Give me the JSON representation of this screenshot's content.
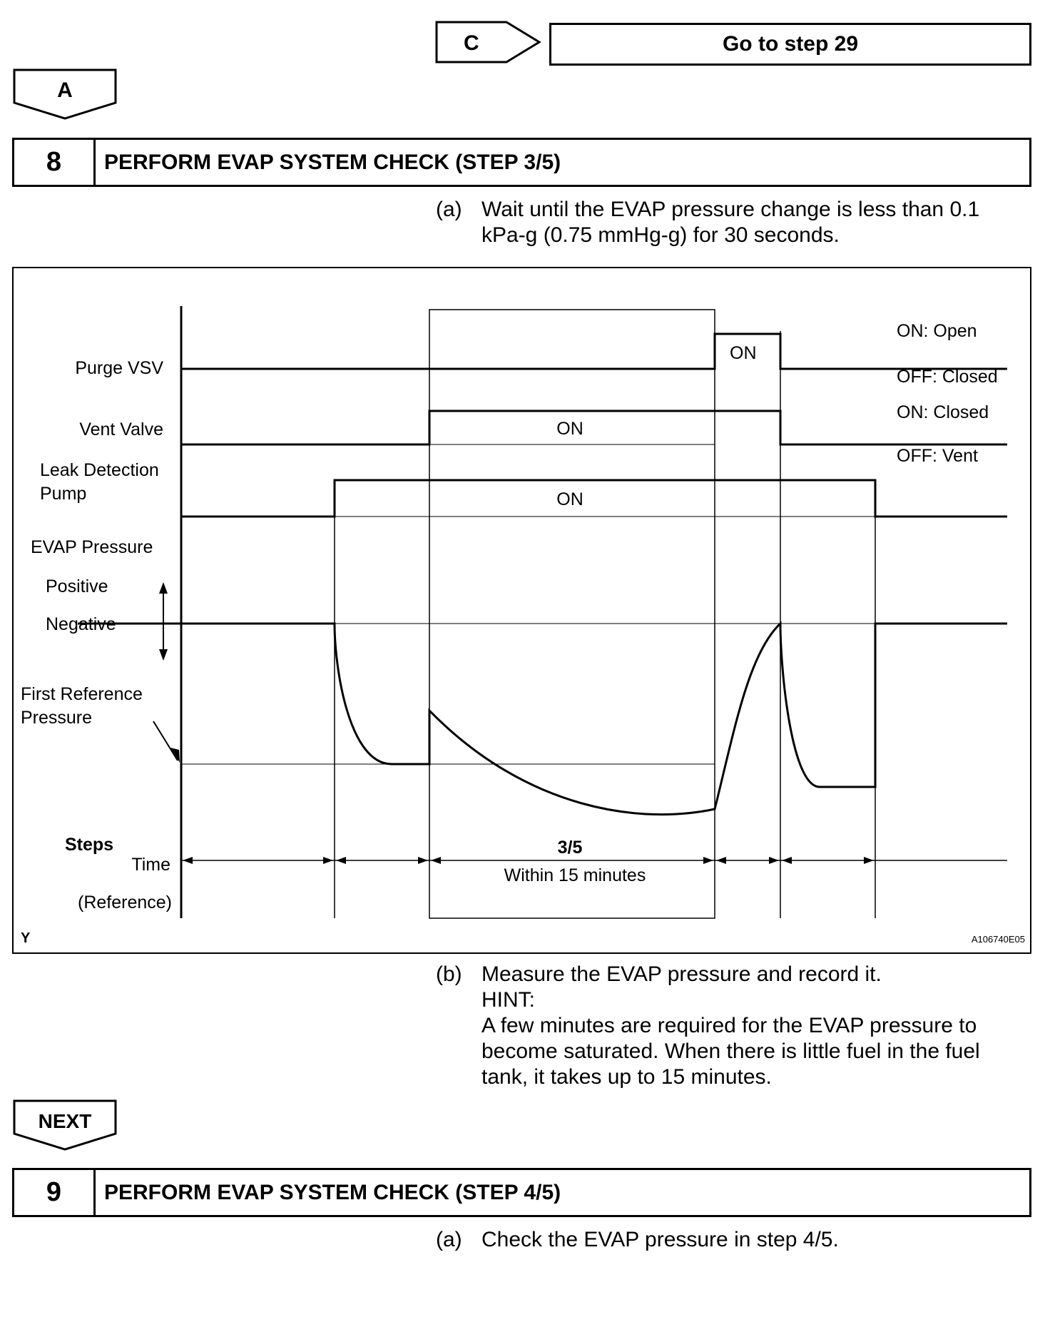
{
  "nav": {
    "c_label": "C",
    "goto_label": "Go to step 29",
    "a_label": "A",
    "next_label": "NEXT"
  },
  "step8": {
    "number": "8",
    "title": "PERFORM EVAP SYSTEM CHECK (STEP 3/5)",
    "a_label": "(a)",
    "a_line1": "Wait until the EVAP pressure change is less than 0.1",
    "a_line2": "kPa-g (0.75 mmHg-g) for 30 seconds.",
    "b_label": "(b)",
    "b_line1": "Measure the EVAP pressure and record it.",
    "b_line2": "HINT:",
    "b_line3": "A few minutes are required for the EVAP pressure to",
    "b_line4": "become saturated. When there is little fuel in the fuel",
    "b_line5": "tank, it takes up to 15 minutes."
  },
  "diagram": {
    "purge_vsv": "Purge VSV",
    "vent_valve": "Vent Valve",
    "leak_pump_1": "Leak Detection",
    "leak_pump_2": "Pump",
    "evap_pressure": "EVAP Pressure",
    "positive": "Positive",
    "negative": "Negative",
    "first_ref_1": "First Reference",
    "first_ref_2": "Pressure",
    "steps": "Steps",
    "time": "Time",
    "reference": "(Reference)",
    "on": "ON",
    "on_open": "ON: Open",
    "off_closed": "OFF: Closed",
    "on_closed": "ON: Closed",
    "off_vent": "OFF: Vent",
    "step_35": "3/5",
    "within": "Within 15 minutes",
    "corner_y": "Y",
    "figure_id": "A106740E05"
  },
  "step9": {
    "number": "9",
    "title": "PERFORM EVAP SYSTEM CHECK (STEP 4/5)",
    "a_label": "(a)",
    "a_line1": "Check the EVAP pressure in step 4/5."
  }
}
